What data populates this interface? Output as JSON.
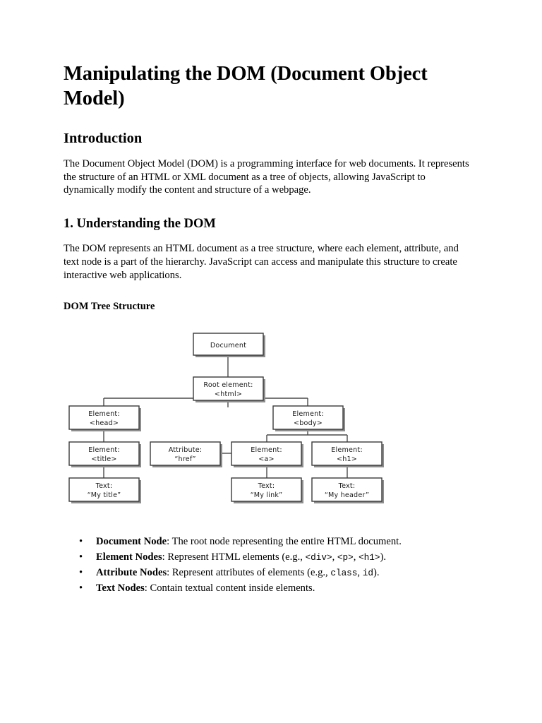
{
  "document": {
    "title": "Manipulating the DOM (Document Object Model)",
    "sections": {
      "introduction": {
        "heading": "Introduction",
        "paragraph": "The Document Object Model (DOM) is a programming interface for web documents. It represents the structure of an HTML or XML document as a tree of objects, allowing JavaScript to dynamically modify the content and structure of a webpage."
      },
      "understanding": {
        "heading": "1. Understanding the DOM",
        "paragraph": "The DOM represents an HTML document as a tree structure, where each element, attribute, and text node is a part of the hierarchy. JavaScript can access and manipulate this structure to create interactive web applications.",
        "subheading": "DOM Tree Structure"
      }
    }
  },
  "diagram": {
    "name": "dom-tree-structure",
    "nodes": {
      "document": {
        "line1": "Document",
        "line2": ""
      },
      "root": {
        "line1": "Root element:",
        "line2": "<html>"
      },
      "head": {
        "line1": "Element:",
        "line2": "<head>"
      },
      "body": {
        "line1": "Element:",
        "line2": "<body>"
      },
      "title": {
        "line1": "Element:",
        "line2": "<title>"
      },
      "attribute": {
        "line1": "Attribute:",
        "line2": "“href”"
      },
      "anchor": {
        "line1": "Element:",
        "line2": "<a>"
      },
      "h1": {
        "line1": "Element:",
        "line2": "<h1>"
      },
      "text_title": {
        "line1": "Text:",
        "line2": "“My title”"
      },
      "text_link": {
        "line1": "Text:",
        "line2": "“My link”"
      },
      "text_header": {
        "line1": "Text:",
        "line2": "“My header”"
      }
    },
    "colors": {
      "box_fill": "#ffffff",
      "box_stroke": "#3a3a3a",
      "shadow": "#8d8d8d",
      "edge": "#4a4a4a",
      "text": "#1a1a1a"
    }
  },
  "node_list": {
    "bullet_glyph": "•",
    "items": [
      {
        "term": "Document Node",
        "parts": [
          {
            "type": "text",
            "value": ": The root node representing the entire HTML document."
          }
        ]
      },
      {
        "term": "Element Nodes",
        "parts": [
          {
            "type": "text",
            "value": ": Represent HTML elements (e.g., "
          },
          {
            "type": "code",
            "value": "<div>"
          },
          {
            "type": "text",
            "value": ", "
          },
          {
            "type": "code",
            "value": "<p>"
          },
          {
            "type": "text",
            "value": ", "
          },
          {
            "type": "code",
            "value": "<h1>"
          },
          {
            "type": "text",
            "value": ")."
          }
        ]
      },
      {
        "term": "Attribute Nodes",
        "parts": [
          {
            "type": "text",
            "value": ": Represent attributes of elements (e.g., "
          },
          {
            "type": "code",
            "value": "class"
          },
          {
            "type": "text",
            "value": ", "
          },
          {
            "type": "code",
            "value": "id"
          },
          {
            "type": "text",
            "value": ")."
          }
        ]
      },
      {
        "term": "Text Nodes",
        "parts": [
          {
            "type": "text",
            "value": ": Contain textual content inside elements."
          }
        ]
      }
    ]
  }
}
